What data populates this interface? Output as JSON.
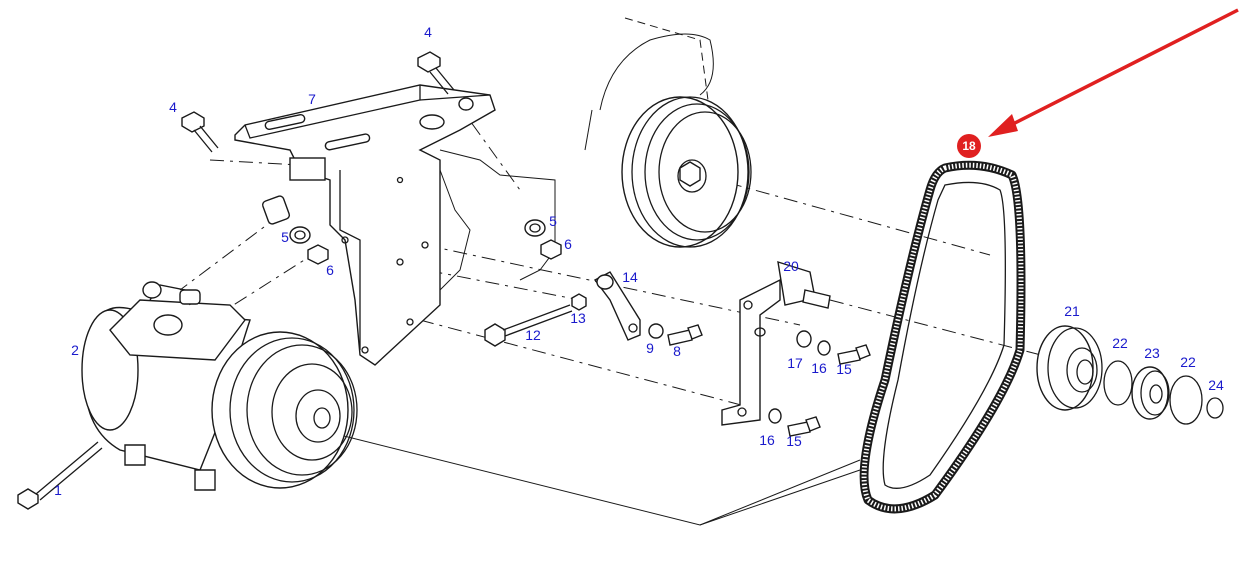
{
  "labels": [
    {
      "text": "1"
    },
    {
      "text": "2"
    },
    {
      "text": "4"
    },
    {
      "text": "4"
    },
    {
      "text": "5"
    },
    {
      "text": "5"
    },
    {
      "text": "6"
    },
    {
      "text": "6"
    },
    {
      "text": "7"
    },
    {
      "text": "8"
    },
    {
      "text": "9"
    },
    {
      "text": "12"
    },
    {
      "text": "13"
    },
    {
      "text": "14"
    },
    {
      "text": "15"
    },
    {
      "text": "15"
    },
    {
      "text": "16"
    },
    {
      "text": "16"
    },
    {
      "text": "17"
    },
    {
      "text": "20"
    },
    {
      "text": "21"
    },
    {
      "text": "22"
    },
    {
      "text": "22"
    },
    {
      "text": "23"
    },
    {
      "text": "24"
    }
  ],
  "highlight": {
    "text": "18",
    "color": "#e02020"
  },
  "colors": {
    "label": "#1a1acc",
    "line": "#1a1a1a",
    "arrow": "#e02020"
  }
}
